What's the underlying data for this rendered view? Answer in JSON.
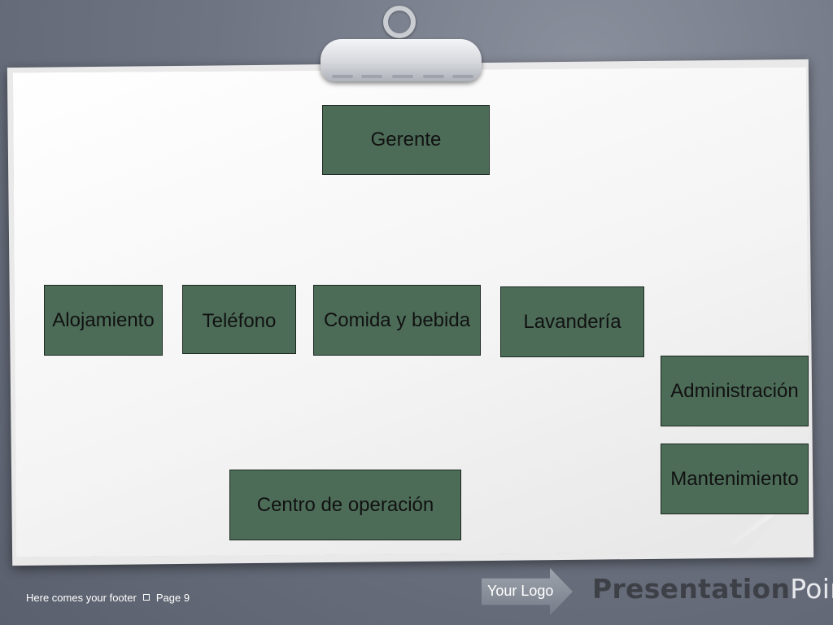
{
  "org_chart": {
    "top": "Gerente",
    "departments": [
      "Alojamiento",
      "Teléfono",
      "Comida y bebida",
      "Lavandería",
      "Administración",
      "Mantenimiento",
      "Centro de operación"
    ]
  },
  "footer": {
    "text": "Here comes your footer",
    "page": "Page 9"
  },
  "logo": {
    "label": "Your Logo",
    "brand_bold": "Presentation",
    "brand_light": "Point"
  },
  "colors": {
    "box_fill": "#4c6c58",
    "background": "#6e7482"
  }
}
